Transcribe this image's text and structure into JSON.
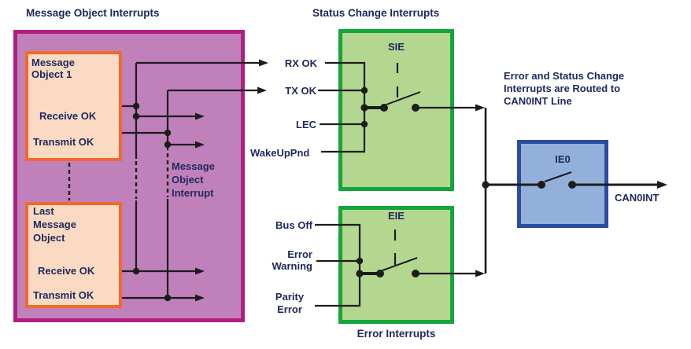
{
  "colors": {
    "magenta": "#b01f80",
    "purple": "#c081bb",
    "orange": "#f2692a",
    "peach": "#fbdac3",
    "green": "#14a53c",
    "lightgreen": "#b3d78e",
    "blue": "#2a4da1",
    "lightblue": "#92b0da",
    "ink": "#20295c",
    "line": "#1c1c1c",
    "bg": "#ffffff"
  },
  "titles": {
    "message_objects": "Message Object Interrupts",
    "status_change": "Status Change Interrupts",
    "error_caption": "Error Interrupts"
  },
  "message_section": {
    "object1": {
      "name": "Message\nObject 1",
      "receive": "Receive OK",
      "transmit": "Transmit OK"
    },
    "last_object": {
      "name": "Last\nMessage\nObject",
      "receive": "Receive OK",
      "transmit": "Transmit OK"
    },
    "interrupt_label": "Message\nObject\nInterrupt"
  },
  "status_section": {
    "switch_label": "SIE",
    "inputs": {
      "rx": "RX OK",
      "tx": "TX OK",
      "lec": "LEC",
      "wakeup": "WakeUpPnd"
    }
  },
  "error_section": {
    "switch_label": "EIE",
    "inputs": {
      "bus_off": "Bus Off",
      "error_warning": "Error\nWarning",
      "parity": "Parity\nError"
    }
  },
  "output_section": {
    "switch_label": "IE0",
    "note": "Error and Status Change\nInterrupts are Routed to\nCAN0INT Line",
    "output_signal": "CAN0INT"
  }
}
